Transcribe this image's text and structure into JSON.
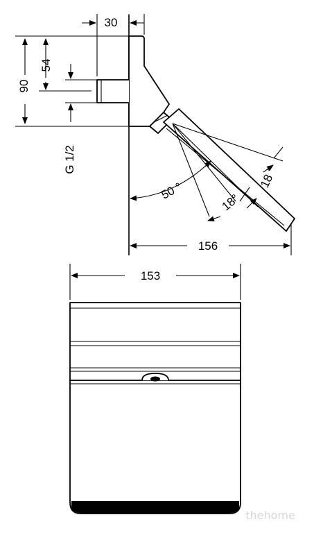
{
  "dimensions": {
    "top_width": "30",
    "height_total": "90",
    "height_inlet": "54",
    "thread": "G 1/2",
    "angle_tilt": "50 °",
    "angle_spray_a": "18°",
    "angle_spray_b": "18 °",
    "depth": "156",
    "width": "153"
  },
  "watermark": "thehome"
}
